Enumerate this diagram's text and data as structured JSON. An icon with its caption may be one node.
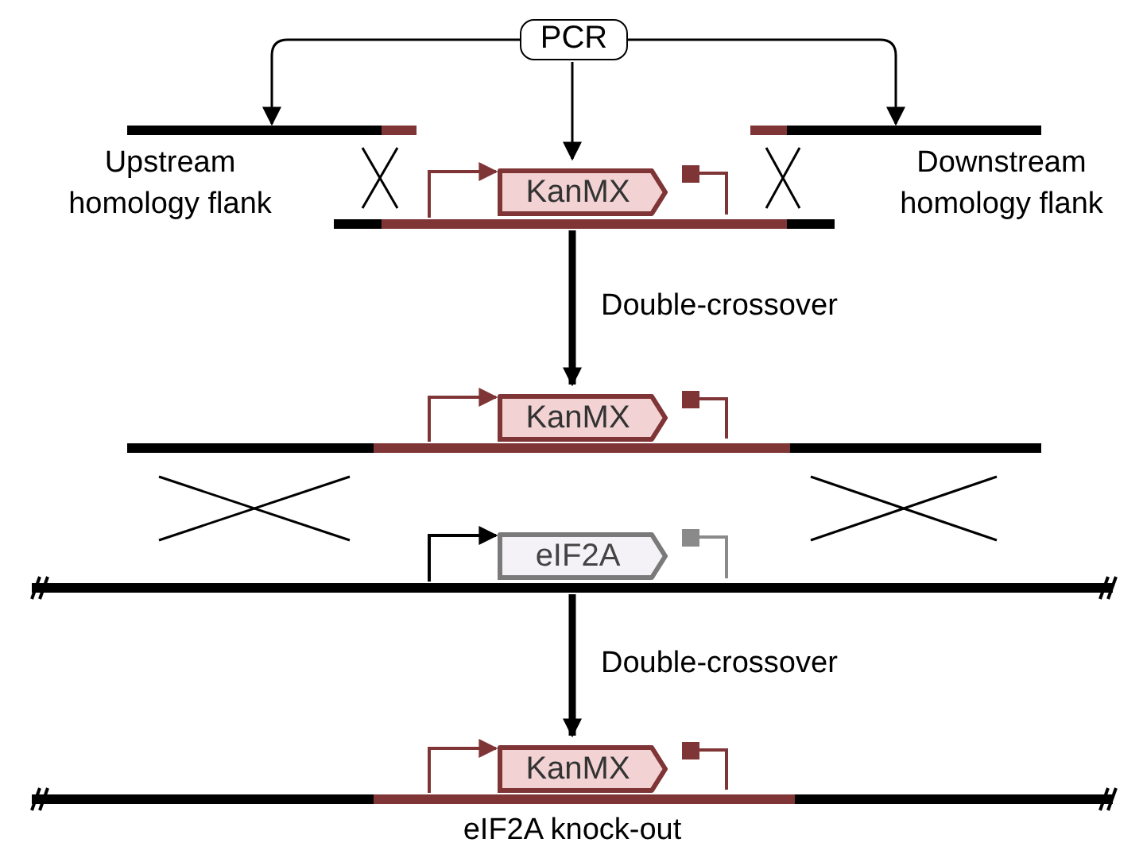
{
  "diagram": {
    "nodes": [
      {
        "text": [
          "PCR"
        ]
      },
      {
        "text": [],
        "shape": "bar",
        "beside": [
          "Upstream homology flank"
        ]
      },
      {
        "text": [],
        "shape": "bar"
      },
      {
        "text": [
          "KanMX"
        ]
      },
      {
        "text": [],
        "shape": "bar",
        "beside": [
          "Downstream homology flank"
        ]
      },
      {
        "text": [
          "KanMX"
        ]
      },
      {
        "text": [],
        "shape": "bar"
      },
      {
        "text": [
          "eIF2A"
        ]
      },
      {
        "text": [],
        "shape": "bar"
      },
      {
        "text": [
          "KanMX"
        ]
      },
      {
        "text": [],
        "shape": "bar",
        "beside": [
          "eIF2A knock-out"
        ]
      }
    ],
    "edges": [
      {
        "from": 0,
        "to": 1,
        "arrow": "to"
      },
      {
        "from": 0,
        "to": 3,
        "arrow": "to"
      },
      {
        "from": 0,
        "to": 4,
        "arrow": "to"
      },
      {
        "from": 2,
        "to": 5,
        "arrow": "to",
        "label": "Double-crossover",
        "style": "thick"
      },
      {
        "from": 8,
        "to": 9,
        "arrow": "to",
        "label": "Double-crossover",
        "style": "thick"
      },
      {
        "from": 2,
        "to": 3,
        "arrow": "to",
        "color": "#7f3436"
      },
      {
        "from": 6,
        "to": 5,
        "arrow": "to",
        "color": "#7f3436"
      },
      {
        "from": 8,
        "to": 7,
        "arrow": "to"
      },
      {
        "from": 10,
        "to": 9,
        "arrow": "to",
        "color": "#7f3436"
      }
    ]
  }
}
